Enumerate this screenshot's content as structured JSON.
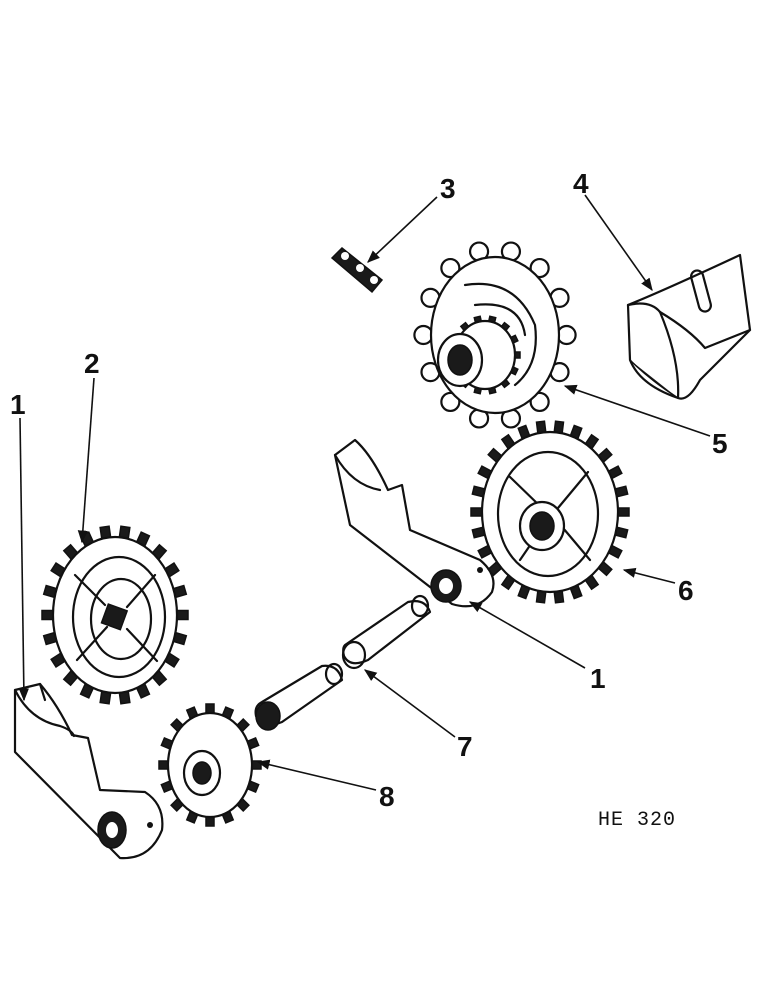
{
  "callouts": {
    "c1_left": "1",
    "c2": "2",
    "c3": "3",
    "c4": "4",
    "c5": "5",
    "c1_right": "1",
    "c6": "6",
    "c7": "7",
    "c8": "8"
  },
  "drawing_code": "HE 320"
}
